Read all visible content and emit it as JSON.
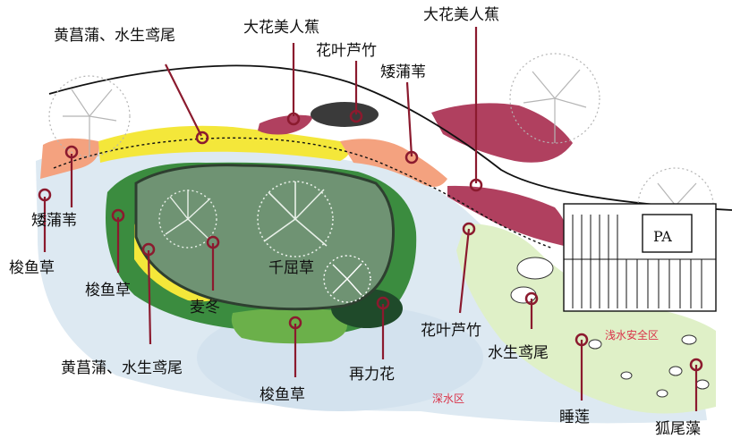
{
  "labels": {
    "l_huangchangpu_top": "黄菖蒲、水生鸢尾",
    "l_meirenjiao_1": "大花美人蕉",
    "l_huaye_top": "花叶芦竹",
    "l_aipuwei_top": "矮蒲苇",
    "l_meirenjiao_2": "大花美人蕉",
    "l_aipuwei_left": "矮蒲苇",
    "l_suoyu_1": "梭鱼草",
    "l_suoyu_2": "梭鱼草",
    "l_qianqu": "千屈草",
    "l_maidong": "麦冬",
    "l_huangchangpu_bottom": "黄菖蒲、水生鸢尾",
    "l_suoyu_3": "梭鱼草",
    "l_zailihua": "再力花",
    "l_huaye_bottom": "花叶芦竹",
    "l_shuisheng": "水生鸢尾",
    "l_shuilian": "睡莲",
    "l_huweizao": "狐尾藻",
    "zone_shallow": "浅水安全区",
    "zone_deep": "深水区",
    "sign_pa": "PA"
  },
  "colors": {
    "marker": "#8b1a2e",
    "label_text": "#111111",
    "zone_text": "#d9344a",
    "water": "#dde9f2",
    "island": "#6f9373",
    "green": "#3b8c3f",
    "yellow": "#f4e73a",
    "orange": "#f4a27f",
    "magenta": "#b0405f",
    "pale_green": "#dff0c7"
  }
}
